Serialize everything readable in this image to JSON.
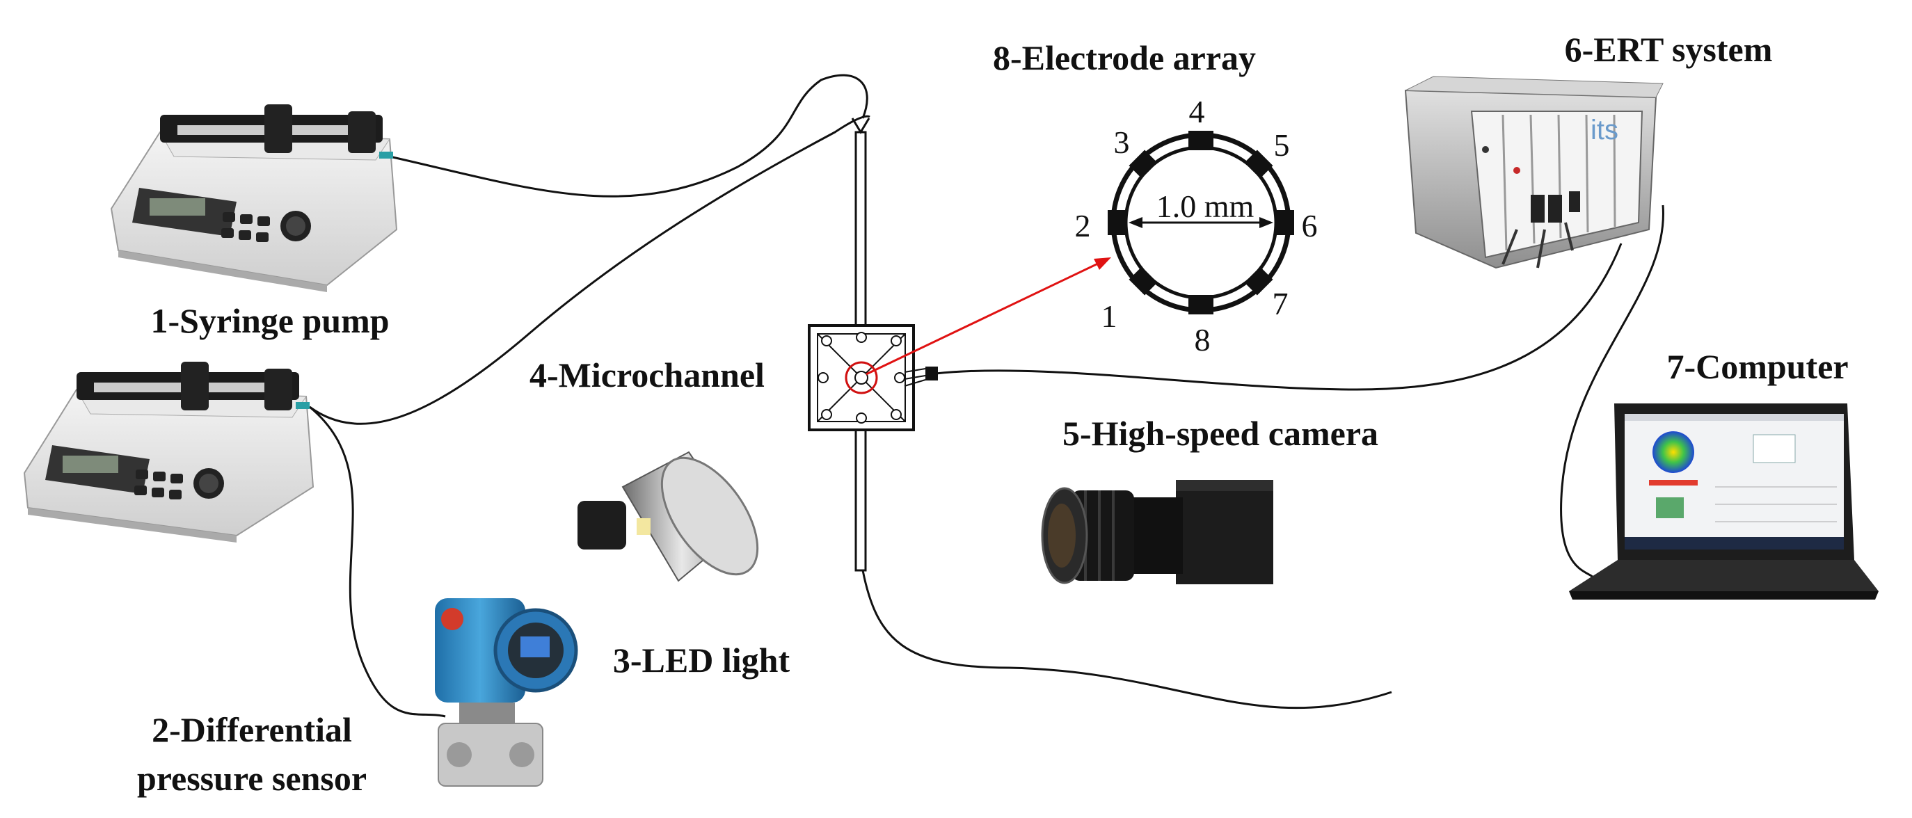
{
  "labels": {
    "syringe_pump": "1-Syringe pump",
    "pressure_sensor_line1": "2-Differential",
    "pressure_sensor_line2": "pressure sensor",
    "led_light": "3-LED light",
    "microchannel": "4-Microchannel",
    "camera": "5-High-speed camera",
    "ert_system": "6-ERT system",
    "computer": "7-Computer",
    "electrode_array": "8-Electrode array"
  },
  "electrode_array": {
    "diameter_label": "1.0 mm",
    "electrode_numbers": [
      "1",
      "2",
      "3",
      "4",
      "5",
      "6",
      "7",
      "8"
    ]
  },
  "ert_box_text": "its"
}
